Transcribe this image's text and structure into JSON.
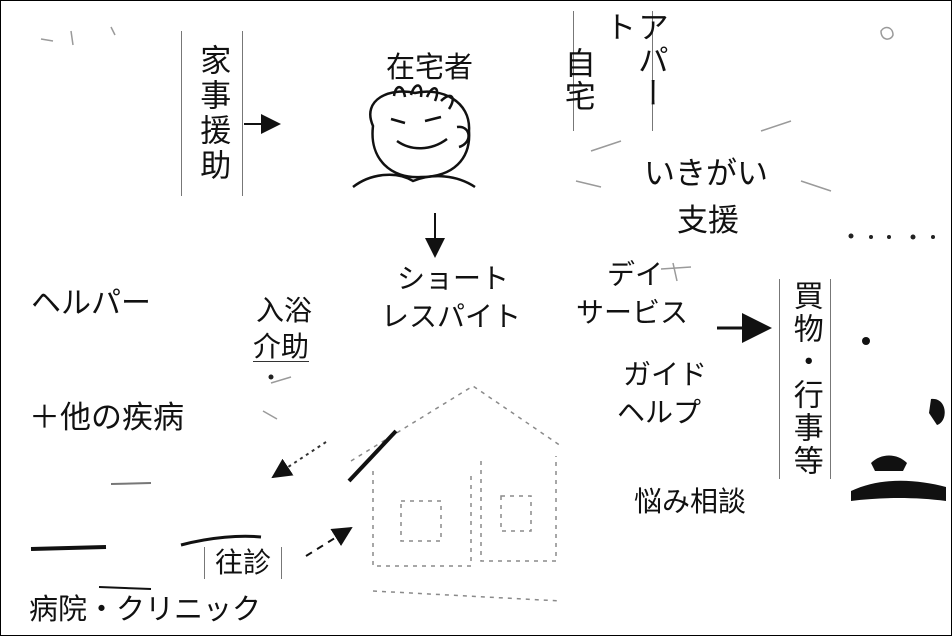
{
  "diagram": {
    "center": "在宅者",
    "housework": "家事援助",
    "apartment_line1": "アパート",
    "apartment_line2": "自宅",
    "ikigai_line1": "いきがい",
    "ikigai_line2": "支援",
    "short_stay_line1": "ショート",
    "short_stay_line2": "レスパイト",
    "day_service_line1": "デイ",
    "day_service_line2": "サービス",
    "shopping": "買物・行事等",
    "helper": "ヘルパー",
    "bath_line1": "入浴",
    "bath_line2": "介助",
    "other_disease": "＋他の疾病",
    "guide_line1": "ガイド",
    "guide_line2": "ヘルプ",
    "consult": "悩み相談",
    "home_visit": "往診",
    "hospital": "病院・クリニック"
  },
  "colors": {
    "ink": "#111111",
    "faint": "#9a9a9a"
  }
}
